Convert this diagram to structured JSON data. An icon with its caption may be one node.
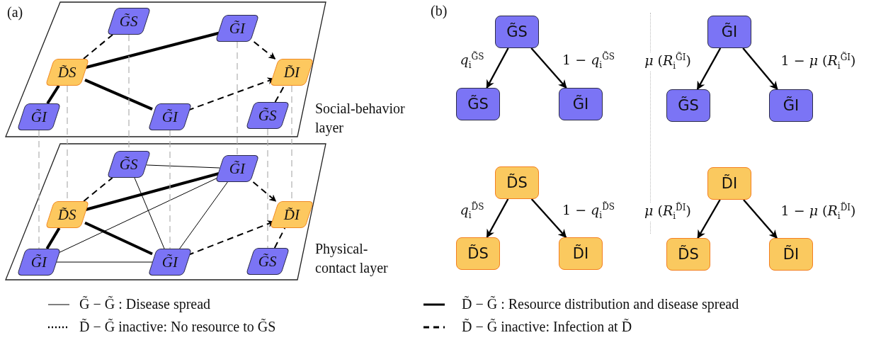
{
  "diagram": {
    "nodes": [
      {
        "text": [],
        "shape": "parallelogram",
        "beside": [
          "Social-behavior layer"
        ]
      },
      {
        "text": [
          "G̃S"
        ],
        "in": 0
      },
      {
        "text": [
          "G̃I"
        ],
        "in": 0
      },
      {
        "text": [
          "D̃S"
        ],
        "in": 0
      },
      {
        "text": [
          "D̃I"
        ],
        "in": 0
      },
      {
        "text": [
          "G̃I"
        ],
        "in": 0
      },
      {
        "text": [
          "G̃I"
        ],
        "in": 0
      },
      {
        "text": [
          "G̃S"
        ],
        "in": 0
      },
      {
        "text": [],
        "shape": "parallelogram",
        "beside": [
          "Physical-contact layer"
        ]
      },
      {
        "text": [
          "G̃S"
        ],
        "in": 8
      },
      {
        "text": [
          "G̃I"
        ],
        "in": 8
      },
      {
        "text": [
          "D̃S"
        ],
        "in": 8
      },
      {
        "text": [
          "D̃I"
        ],
        "in": 8
      },
      {
        "text": [
          "G̃I"
        ],
        "in": 8
      },
      {
        "text": [
          "G̃I"
        ],
        "in": 8
      },
      {
        "text": [
          "G̃S"
        ],
        "in": 8
      },
      {
        "text": [
          "G̃S"
        ]
      },
      {
        "text": [
          "G̃S"
        ]
      },
      {
        "text": [
          "G̃I"
        ]
      },
      {
        "text": [
          "G̃I"
        ]
      },
      {
        "text": [
          "G̃S"
        ]
      },
      {
        "text": [
          "G̃I"
        ]
      },
      {
        "text": [
          "D̃S"
        ]
      },
      {
        "text": [
          "D̃S"
        ]
      },
      {
        "text": [
          "D̃I"
        ]
      },
      {
        "text": [
          "D̃I"
        ]
      },
      {
        "text": [
          "D̃S"
        ]
      },
      {
        "text": [
          "D̃I"
        ]
      }
    ],
    "edges": [
      {
        "from": 3,
        "to": 1,
        "arrow": "none",
        "style": "dashed"
      },
      {
        "from": 3,
        "to": 2,
        "arrow": "none",
        "style": "thick"
      },
      {
        "from": 3,
        "to": 6,
        "arrow": "none",
        "style": "thick"
      },
      {
        "from": 3,
        "to": 5,
        "arrow": "none",
        "style": "thick"
      },
      {
        "from": 2,
        "to": 4,
        "arrow": "to",
        "style": "dashed"
      },
      {
        "from": 6,
        "to": 4,
        "arrow": "to",
        "style": "dashed"
      },
      {
        "from": 7,
        "to": 4,
        "arrow": "none",
        "style": "dashed"
      },
      {
        "from": 9,
        "to": 10,
        "arrow": "none"
      },
      {
        "from": 11,
        "to": 9,
        "arrow": "none",
        "style": "dashed"
      },
      {
        "from": 11,
        "to": 10,
        "arrow": "none",
        "style": "thick"
      },
      {
        "from": 11,
        "to": 14,
        "arrow": "none",
        "style": "thick"
      },
      {
        "from": 11,
        "to": 13,
        "arrow": "none",
        "style": "thick"
      },
      {
        "from": 9,
        "to": 14,
        "arrow": "none"
      },
      {
        "from": 10,
        "to": 14,
        "arrow": "none"
      },
      {
        "from": 10,
        "to": 13,
        "arrow": "none"
      },
      {
        "from": 13,
        "to": 14,
        "arrow": "none"
      },
      {
        "from": 10,
        "to": 12,
        "arrow": "to",
        "style": "dashed"
      },
      {
        "from": 14,
        "to": 12,
        "arrow": "to",
        "style": "dashed"
      },
      {
        "from": 15,
        "to": 12,
        "arrow": "none",
        "style": "dashed"
      },
      {
        "from": 5,
        "to": 13,
        "arrow": "none",
        "style": "dashed",
        "color": "#b0b0b0"
      },
      {
        "from": 3,
        "to": 11,
        "arrow": "none",
        "style": "dashed",
        "color": "#b0b0b0"
      },
      {
        "from": 1,
        "to": 9,
        "arrow": "none",
        "style": "dashed",
        "color": "#b0b0b0"
      },
      {
        "from": 6,
        "to": 14,
        "arrow": "none",
        "style": "dashed",
        "color": "#b0b0b0"
      },
      {
        "from": 2,
        "to": 10,
        "arrow": "none",
        "style": "dashed",
        "color": "#b0b0b0"
      },
      {
        "from": 7,
        "to": 15,
        "arrow": "none",
        "style": "dashed",
        "color": "#b0b0b0"
      },
      {
        "from": 4,
        "to": 12,
        "arrow": "none",
        "style": "dashed",
        "color": "#b0b0b0"
      },
      {
        "from": 16,
        "to": 17,
        "arrow": "to",
        "label": "*q*$_{i}$$^{G̃S}$"
      },
      {
        "from": 16,
        "to": 18,
        "arrow": "to",
        "label": "1 − *q*$_{i}$$^{G̃S}$"
      },
      {
        "from": 19,
        "to": 20,
        "arrow": "to",
        "label": "*μ* (*R*$_{i}$$^{G̃I}$)"
      },
      {
        "from": 19,
        "to": 21,
        "arrow": "to",
        "label": "1 − *μ* (*R*$_{i}$$^{G̃I}$)"
      },
      {
        "from": 22,
        "to": 23,
        "arrow": "to",
        "label": "*q*$_{i}$$^{D̃S}$"
      },
      {
        "from": 22,
        "to": 24,
        "arrow": "to",
        "label": "1 − *q*$_{i}$$^{D̃S}$"
      },
      {
        "from": 25,
        "to": 26,
        "arrow": "to",
        "label": "*μ* (*R*$_{i}$$^{D̃I}$)"
      },
      {
        "from": 25,
        "to": 27,
        "arrow": "to",
        "label": "1 − *μ* (*R*$_{i}$$^{D̃I}$)"
      }
    ],
    "labels": [
      "(a)",
      "(b)"
    ],
    "legend": [
      {
        "text": "G̃ − G̃ : Disease spread"
      },
      {
        "text": "D̃ − G̃ : Resource distribution and disease spread"
      },
      {
        "text": "D̃ − G̃ inactive: No resource to G̃S"
      },
      {
        "text": "D̃ − G̃ inactive: Infection at D̃"
      }
    ]
  }
}
